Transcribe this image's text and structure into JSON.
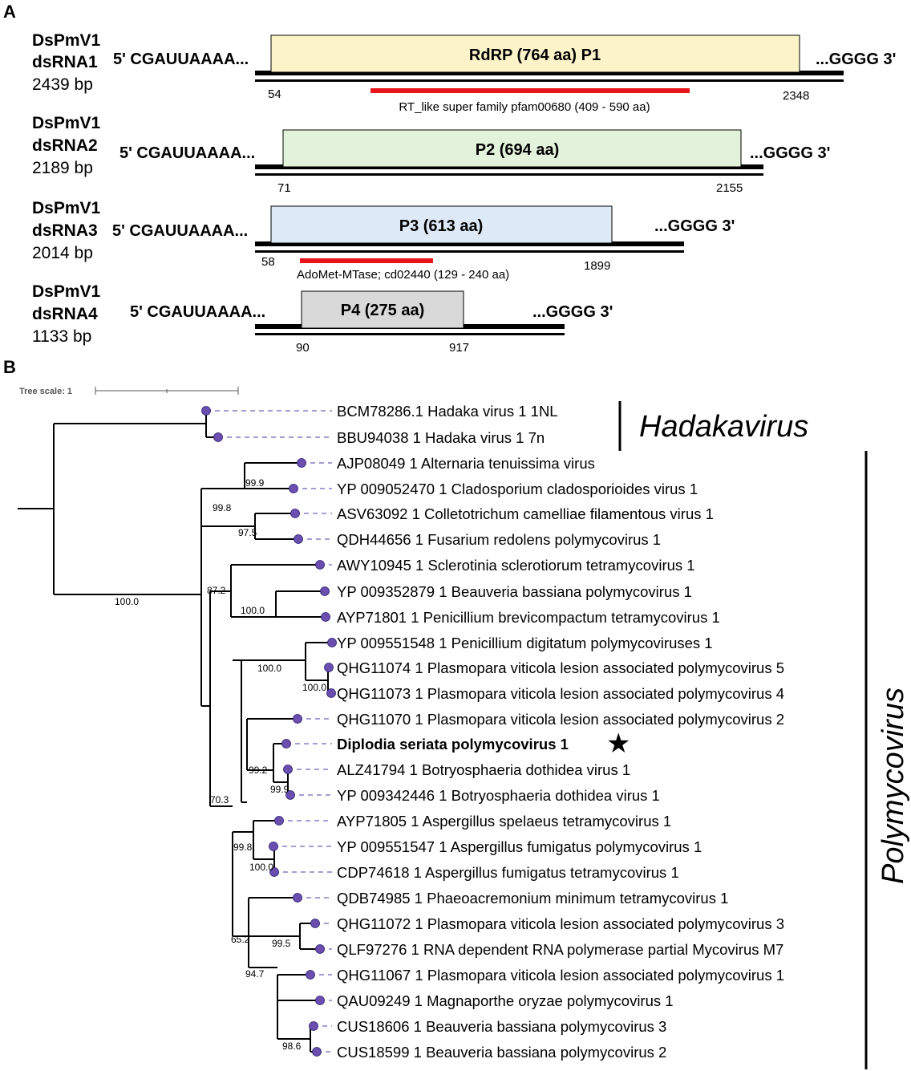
{
  "panel_a": {
    "letter": "A",
    "segments": [
      {
        "name_line1": "DsPmV1",
        "name_line2": "dsRNA1",
        "length": "2439 bp",
        "five_prime": "5' CGAUUAAAA...",
        "three_prime": "...GGGG 3'",
        "orf_label": "RdRP (764 aa) P1",
        "orf_color": "#fdf3c9",
        "orf_start": "54",
        "orf_end": "2348",
        "domain_label": "RT_like super family pfam00680 (409 - 590 aa)"
      },
      {
        "name_line1": "DsPmV1",
        "name_line2": "dsRNA2",
        "length": "2189 bp",
        "five_prime": "5' CGAUUAAAA...",
        "three_prime": "...GGGG 3'",
        "orf_label": "P2 (694 aa)",
        "orf_color": "#e3f2da",
        "orf_start": "71",
        "orf_end": "2155"
      },
      {
        "name_line1": "DsPmV1",
        "name_line2": "dsRNA3",
        "length": "2014 bp",
        "five_prime": "5' CGAUUAAAA...",
        "three_prime": "...GGGG 3'",
        "orf_label": "P3 (613 aa)",
        "orf_color": "#dde9f6",
        "orf_start": "58",
        "orf_end": "1899",
        "domain_label": "AdoMet-MTase; cd02440 (129 - 240 aa)"
      },
      {
        "name_line1": "DsPmV1",
        "name_line2": "dsRNA4",
        "length": "1133 bp",
        "five_prime": "5' CGAUUAAAA...",
        "three_prime": "...GGGG 3'",
        "orf_label": "P4 (275 aa)",
        "orf_color": "#d9d9d9",
        "orf_start": "90",
        "orf_end": "917"
      }
    ],
    "domain_color": "#e8161c"
  },
  "panel_b": {
    "letter": "B",
    "tree_scale_label": "Tree scale: 1",
    "node_color": "#6a4fb0",
    "leaves": [
      "BCM78286.1 Hadaka virus 1 1NL",
      "BBU94038 1 Hadaka virus 1 7n",
      "AJP08049 1 Alternaria tenuissima virus",
      "YP 009052470 1 Cladosporium cladosporioides virus 1",
      "ASV63092 1 Colletotrichum camelliae filamentous virus 1",
      "QDH44656 1 Fusarium redolens polymycovirus 1",
      "AWY10945 1 Sclerotinia sclerotiorum tetramycovirus 1",
      "YP 009352879 1 Beauveria bassiana polymycovirus 1",
      "AYP71801 1 Penicillium brevicompactum tetramycovirus 1",
      "YP 009551548 1 Penicillium digitatum polymycoviruses 1",
      "QHG11074 1 Plasmopara viticola lesion associated polymycovirus 5",
      "QHG11073 1 Plasmopara viticola lesion associated polymycovirus 4",
      "QHG11070 1 Plasmopara viticola lesion associated polymycovirus 2",
      "Diplodia seriata polymycovirus 1",
      "ALZ41794 1 Botryosphaeria dothidea virus 1",
      "YP 009342446 1 Botryosphaeria dothidea virus 1",
      "AYP71805 1 Aspergillus spelaeus tetramycovirus 1",
      "YP 009551547 1 Aspergillus fumigatus polymycovirus 1",
      "CDP74618 1 Aspergillus fumigatus tetramycovirus 1",
      "QDB74985 1 Phaeoacremonium minimum tetramycovirus 1",
      "QHG11072 1 Plasmopara viticola lesion associated polymycovirus 3",
      "QLF97276 1 RNA dependent RNA polymerase partial Mycovirus M7",
      "QHG11067 1 Plasmopara viticola lesion associated polymycovirus 1",
      "QAU09249 1 Magnaporthe oryzae polymycovirus 1",
      "CUS18606 1 Beauveria bassiana polymycovirus 3",
      "CUS18599 1 Beauveria bassiana polymycovirus 2"
    ],
    "bootstraps": {
      "root": "100.0",
      "b_998": "99.8",
      "b_999": "99.9",
      "b_975": "97.5",
      "b_872": "87.2",
      "b_1000_bb": "100.0",
      "b_1000_pd": "100.0",
      "b_1000_pv": "100.0",
      "b_703": "70.3",
      "b_992": "99.2",
      "b_999_bd": "99.9",
      "b_998_asp": "99.8",
      "b_1000_af": "100.0",
      "b_652": "65.2",
      "b_995": "99.5",
      "b_947": "94.7",
      "b_986": "98.6"
    },
    "clades": {
      "hadakavirus": "Hadakavirus",
      "polymycovirus": "Polymycovirus"
    },
    "highlight_marker": "★"
  }
}
